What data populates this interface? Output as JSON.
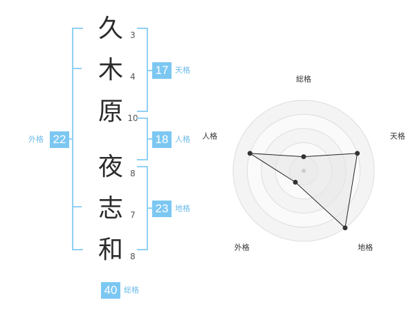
{
  "name": {
    "chars": [
      {
        "char": "久",
        "strokes": "3"
      },
      {
        "char": "木",
        "strokes": "4"
      },
      {
        "char": "原",
        "strokes": "10"
      },
      {
        "char": "夜",
        "strokes": "8"
      },
      {
        "char": "志",
        "strokes": "7"
      },
      {
        "char": "和",
        "strokes": "8"
      }
    ]
  },
  "kaku": {
    "tenkaku": {
      "value": "17",
      "label": "天格"
    },
    "jinkaku": {
      "value": "18",
      "label": "人格"
    },
    "chikaku": {
      "value": "23",
      "label": "地格"
    },
    "gaikaku": {
      "value": "22",
      "label": "外格"
    },
    "soukaku": {
      "value": "40",
      "label": "総格"
    }
  },
  "colors": {
    "accent": "#7cc7f2",
    "bracket": "#8fd0f4"
  },
  "chart_data": {
    "type": "radar",
    "axes": [
      "総格",
      "天格",
      "地格",
      "外格",
      "人格"
    ],
    "values": [
      1,
      4,
      5,
      1,
      4
    ],
    "range": [
      0,
      5
    ],
    "rings": 5
  }
}
